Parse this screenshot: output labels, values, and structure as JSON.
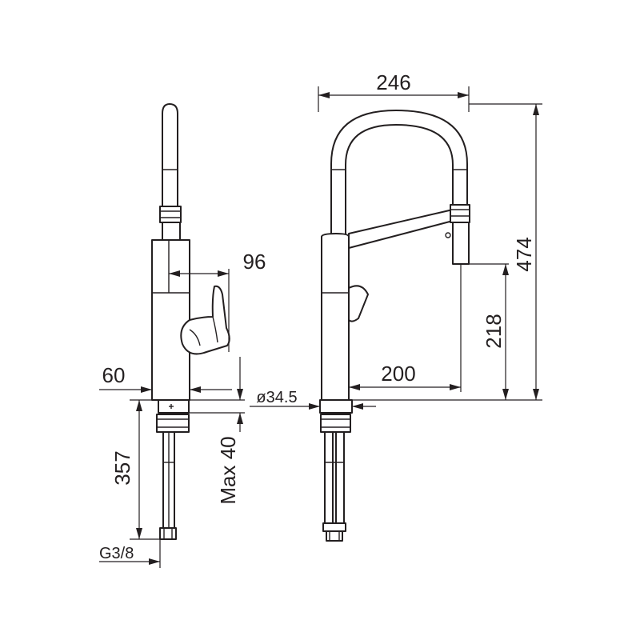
{
  "dimensions": {
    "spout_reach_total": "246",
    "handle_projection": "96",
    "overall_height": "474",
    "outlet_height": "218",
    "spout_reach": "200",
    "body_offset": "60",
    "base_diameter": "ø34.5",
    "max_counter_thickness": "Max 40",
    "hose_length": "357",
    "connection_thread": "G3/8"
  }
}
